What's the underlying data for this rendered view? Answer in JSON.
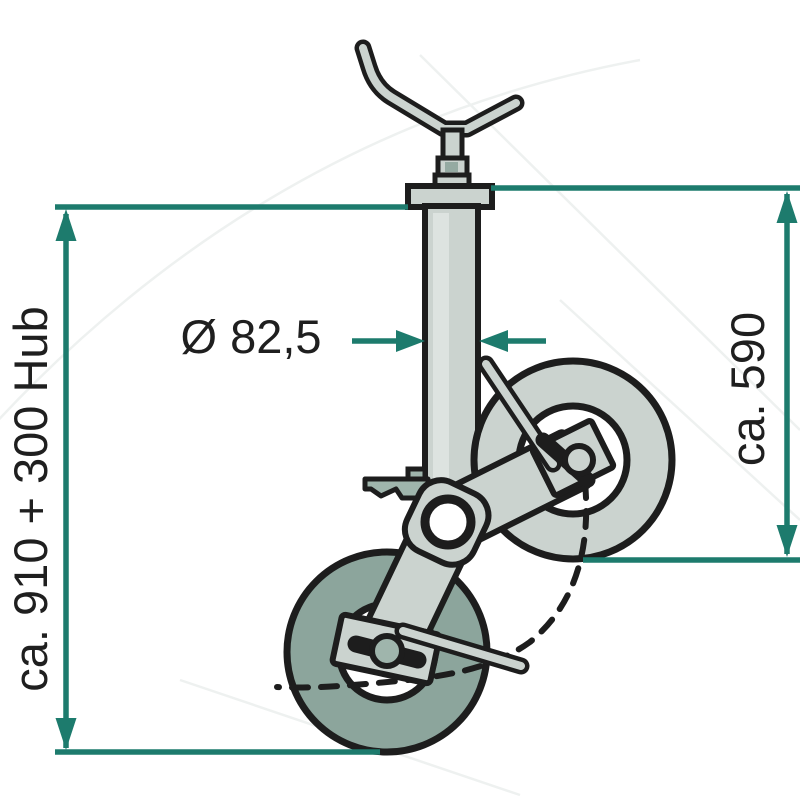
{
  "diagram": {
    "title": "Jockey wheel technical drawing with dimension callouts",
    "labels": {
      "total_height": "ca. 910 + 300 Hub",
      "raised_height": "ca. 590",
      "tube_diameter": "Ø 82,5"
    },
    "colors": {
      "dimension_teal": "#1d7b6d",
      "outline_black": "#1d1d1d",
      "steel_light_gray": "#cbd3cf",
      "tire_dark_gray": "#8ca59c",
      "background": "#ffffff"
    }
  }
}
